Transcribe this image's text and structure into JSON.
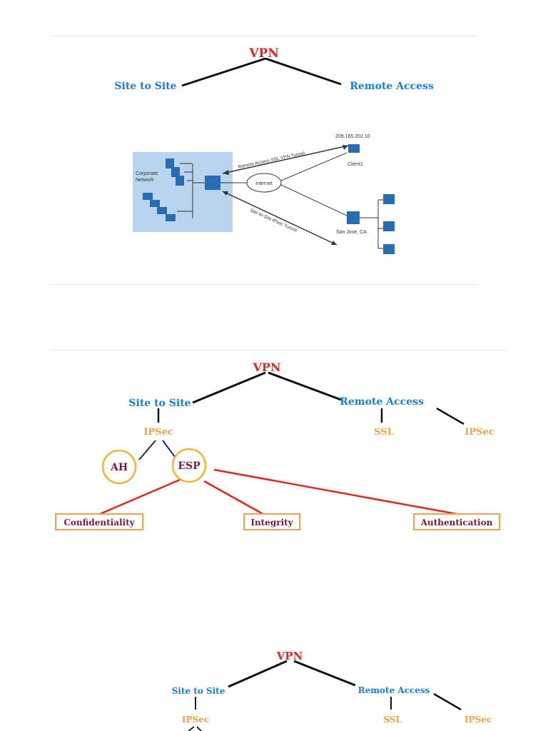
{
  "top_diagram": {
    "root": "VPN",
    "left": "Site to Site",
    "right": "Remote Access"
  },
  "network_diagram": {
    "corporate_label": "Corporate Network",
    "internet": "Internet",
    "ip": "209.165.202.10",
    "client": "Client1",
    "remote_tunnel": "Remote Access SSL VPN Tunnel",
    "site_tunnel": "Site-to-Site IPsec Tunnel",
    "san_jose": "San Jose, CA"
  },
  "mid_diagram": {
    "root": "VPN",
    "site": "Site to Site",
    "remote": "Remote Access",
    "ipsec": "IPSec",
    "ssl": "SSL",
    "ipsec_right": "IPSec",
    "ah": "AH",
    "esp": "ESP",
    "confidentiality": "Confidentiality",
    "integrity": "Integrity",
    "authentication": "Authentication"
  },
  "bottom_diagram": {
    "root": "VPN",
    "site": "Site to Site",
    "remote": "Remote Access",
    "ipsec": "IPSec",
    "ssl": "SSL",
    "ipsec_right": "IPSec"
  },
  "colors": {
    "vpn": "#e8241c",
    "blue": "#1a7be0",
    "orange": "#f5a04a",
    "maroon": "#7a1a3a",
    "red_line": "#e8241c",
    "box_bg": "#b8d4ee"
  }
}
